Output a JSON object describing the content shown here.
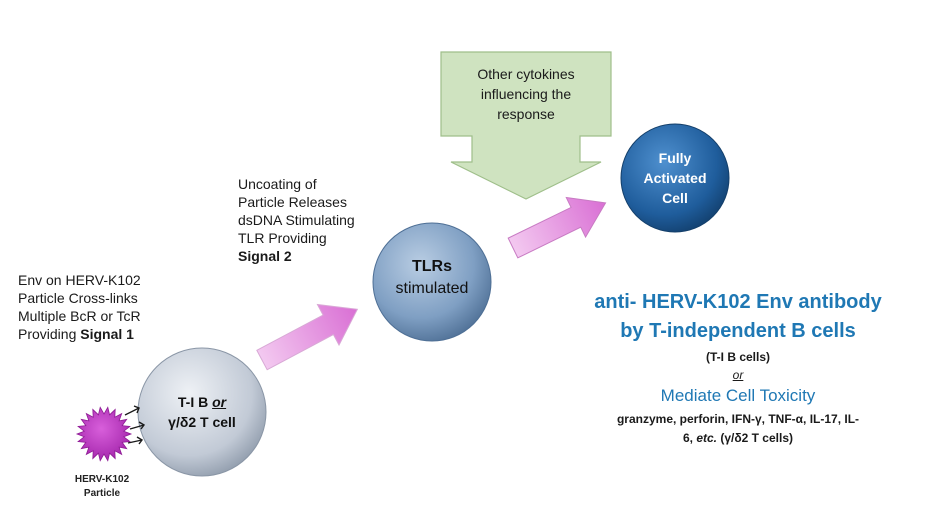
{
  "colors": {
    "particle": "#c03cc6",
    "arrow_pink": "#e58be0",
    "callout_green": "#cfe3c0",
    "tlr_cell": "#7f9fc3",
    "activated_cell": "#1f5d9c",
    "tib_cell": "#b8c3d1",
    "accent_blue": "#1f78b4"
  },
  "particle": {
    "label_line1": "HERV-K102",
    "label_line2": "Particle"
  },
  "signal1": {
    "line1": "Env on HERV-K102",
    "line2": "Particle Cross-links",
    "line3": "Multiple BcR or TcR",
    "line4_prefix": "Providing ",
    "line4_bold": "Signal 1"
  },
  "tib_cell": {
    "line1_prefix": "T-I B ",
    "line1_or": "or",
    "line2": "γ/δ2 T cell"
  },
  "signal2": {
    "line1": "Uncoating of",
    "line2": "Particle Releases",
    "line3": "dsDNA Stimulating",
    "line4": "TLR Providing",
    "line5_bold": "Signal 2"
  },
  "tlr_cell": {
    "line1": "TLRs",
    "line2": "stimulated"
  },
  "callout": {
    "line1": "Other cytokines",
    "line2": "influencing the",
    "line3": "response"
  },
  "activated_cell": {
    "line1": "Fully",
    "line2": "Activated",
    "line3": "Cell"
  },
  "outcome": {
    "title_line1": "anti- HERV-K102 Env antibody",
    "title_line2": "by T-independent B cells",
    "sub": "(T-I B cells)",
    "or": "or",
    "toxicity": "Mediate Cell Toxicity",
    "cytokines_line1": "granzyme, perforin, IFN-γ, TNF-α, IL-17, IL-",
    "cytokines_line2_prefix": "6, ",
    "cytokines_line2_etc": "etc.",
    "cytokines_line2_suffix": " (γ/δ2  T cells)"
  }
}
